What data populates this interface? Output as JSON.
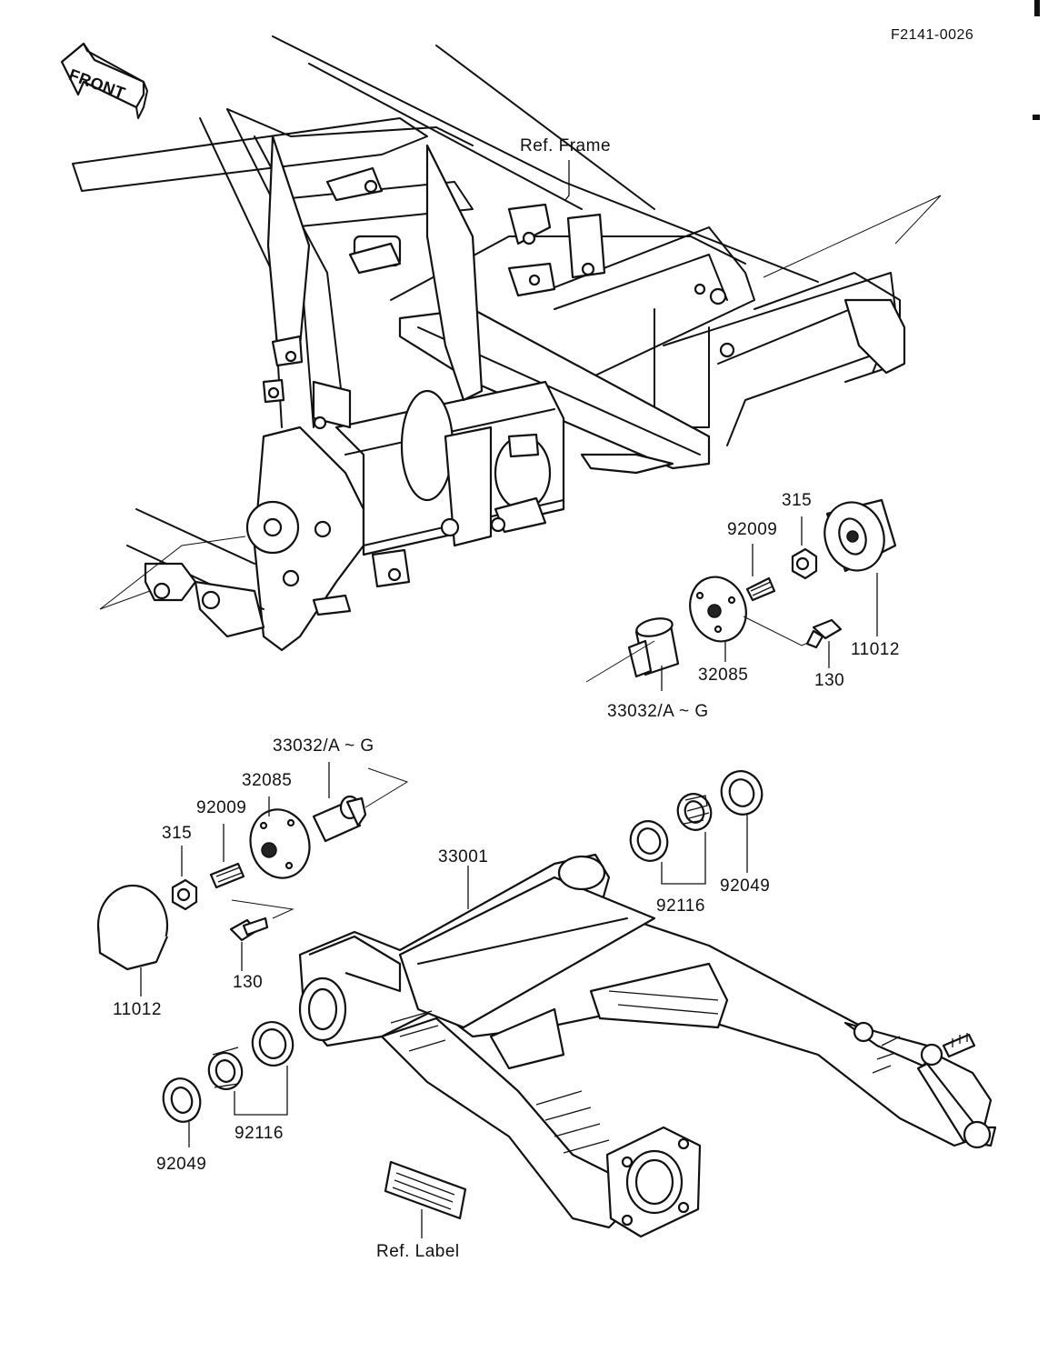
{
  "diagram_code": "F2141-0026",
  "front_marker": "FRONT",
  "labels": {
    "ref_frame": "Ref. Frame",
    "ref_label": "Ref. Label",
    "upper_315": "315",
    "upper_92009": "92009",
    "upper_32085": "32085",
    "upper_130": "130",
    "upper_11012": "11012",
    "upper_33032": "33032/A ~ G",
    "lower_33032": "33032/A ~ G",
    "lower_32085": "32085",
    "lower_92009": "92009",
    "lower_315": "315",
    "lower_130": "130",
    "lower_11012": "11012",
    "swingarm_33001": "33001",
    "upper_92116": "92116",
    "upper_92049": "92049",
    "lower_92116": "92116",
    "lower_92049": "92049"
  }
}
